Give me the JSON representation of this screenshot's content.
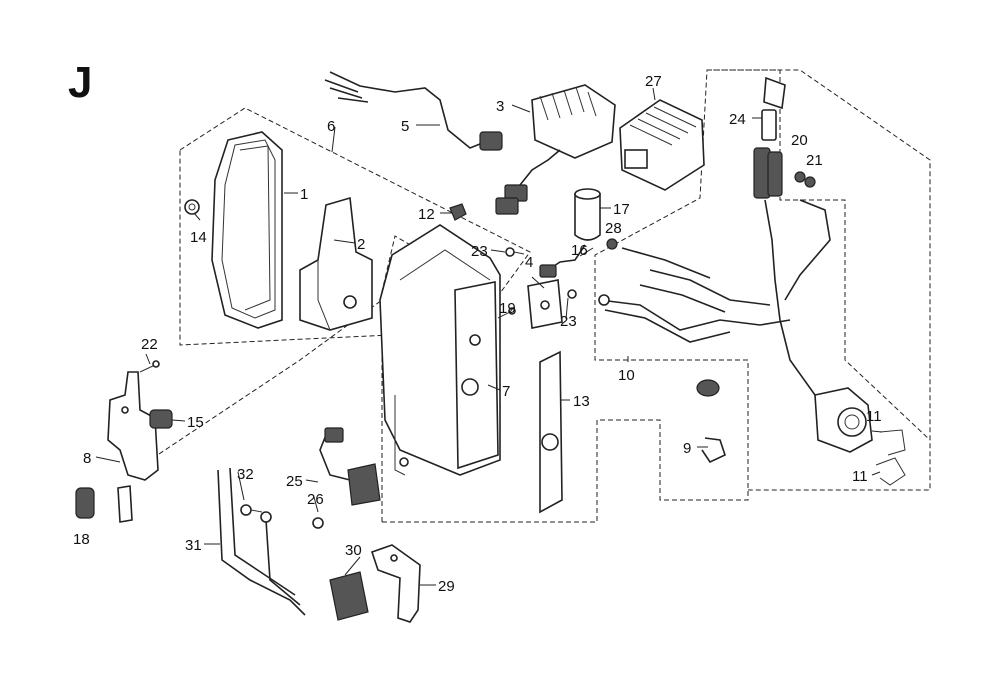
{
  "diagram": {
    "section_letter": "J",
    "callouts": [
      {
        "id": "c1",
        "text": "1"
      },
      {
        "id": "c2",
        "text": "2"
      },
      {
        "id": "c3",
        "text": "3"
      },
      {
        "id": "c4",
        "text": "4"
      },
      {
        "id": "c5",
        "text": "5"
      },
      {
        "id": "c6",
        "text": "6"
      },
      {
        "id": "c7",
        "text": "7"
      },
      {
        "id": "c8",
        "text": "8"
      },
      {
        "id": "c9",
        "text": "9"
      },
      {
        "id": "c10",
        "text": "10"
      },
      {
        "id": "c11a",
        "text": "11"
      },
      {
        "id": "c11b",
        "text": "11"
      },
      {
        "id": "c12",
        "text": "12"
      },
      {
        "id": "c13",
        "text": "13"
      },
      {
        "id": "c14",
        "text": "14"
      },
      {
        "id": "c15",
        "text": "15"
      },
      {
        "id": "c16",
        "text": "16"
      },
      {
        "id": "c17",
        "text": "17"
      },
      {
        "id": "c18",
        "text": "18"
      },
      {
        "id": "c19",
        "text": "19"
      },
      {
        "id": "c20",
        "text": "20"
      },
      {
        "id": "c21",
        "text": "21"
      },
      {
        "id": "c22",
        "text": "22"
      },
      {
        "id": "c23a",
        "text": "23"
      },
      {
        "id": "c23b",
        "text": "23"
      },
      {
        "id": "c24",
        "text": "24"
      },
      {
        "id": "c25",
        "text": "25"
      },
      {
        "id": "c26",
        "text": "26"
      },
      {
        "id": "c27",
        "text": "27"
      },
      {
        "id": "c28",
        "text": "28"
      },
      {
        "id": "c29",
        "text": "29"
      },
      {
        "id": "c30",
        "text": "30"
      },
      {
        "id": "c31",
        "text": "31"
      },
      {
        "id": "c32",
        "text": "32"
      }
    ]
  }
}
